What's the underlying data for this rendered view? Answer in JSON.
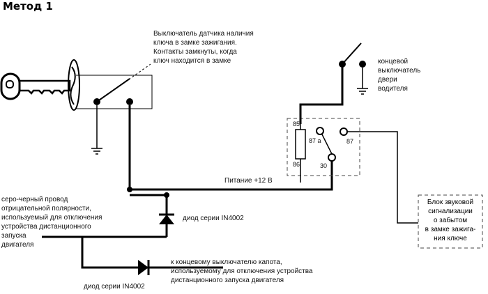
{
  "title": "Метод 1",
  "ignition_switch_note": [
    "Выключатель датчика наличия",
    "ключа в замке зажигания.",
    "Контакты замкнуты, когда",
    "ключ находится в замке"
  ],
  "door_switch_label": [
    "концевой",
    "выключатель",
    "двери",
    "водителя"
  ],
  "relay_pins": {
    "p85": "85",
    "p86": "86",
    "p87a": "87 a",
    "p87": "87",
    "p30": "30"
  },
  "power_label": "Питание +12 В",
  "wire_note": [
    "серо-черный провод",
    "отрицательной полярности,",
    "используемый для отключения",
    "устройства дистанционного",
    "запуска",
    "двигателя"
  ],
  "diode1_label": "диод серии IN4002",
  "diode2_label": "диод серии IN4002",
  "hood_note": [
    "к концевому выключателю капота,",
    "используемому для отключения устройства",
    "дистанционного запуска двигателя"
  ],
  "buzzer_box": [
    "Блок звуковой",
    "сигнализации",
    "о забытом",
    "в замке зажига-",
    "ния ключе"
  ]
}
